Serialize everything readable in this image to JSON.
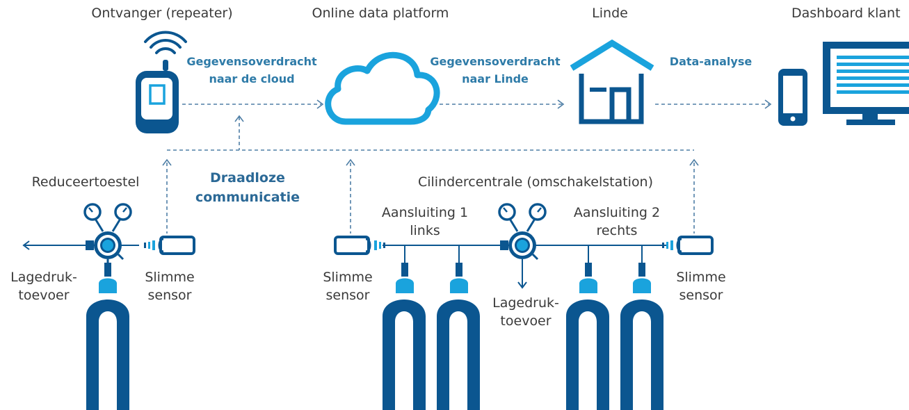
{
  "colors": {
    "navy": "#0b5690",
    "cyan": "#1aa3dd",
    "accent_text": "#2e7ba8",
    "dashed": "#4f7fa6"
  },
  "headings": {
    "receiver": "Ontvanger (repeater)",
    "platform": "Online data platform",
    "linde": "Linde",
    "dashboard": "Dashboard klant"
  },
  "transfer": {
    "cloud_line1": "Gegevensoverdracht",
    "cloud_line2": "naar de cloud",
    "linde_line1": "Gegevensoverdracht",
    "linde_line2": "naar Linde",
    "analysis": "Data-analyse"
  },
  "wireless": {
    "line1": "Draadloze",
    "line2": "communicatie"
  },
  "regulator": {
    "title": "Reduceertoestel",
    "lowpressure_line1": "Lagedruk-",
    "lowpressure_line2": "toevoer",
    "sensor_line1": "Slimme",
    "sensor_line2": "sensor"
  },
  "manifold": {
    "title": "Cilindercentrale (omschakelstation)",
    "left_line1": "Aansluiting 1",
    "left_line2": "links",
    "right_line1": "Aansluiting 2",
    "right_line2": "rechts",
    "lowpressure_line1": "Lagedruk-",
    "lowpressure_line2": "toevoer",
    "sensor_left_line1": "Slimme",
    "sensor_left_line2": "sensor",
    "sensor_right_line1": "Slimme",
    "sensor_right_line2": "sensor"
  }
}
